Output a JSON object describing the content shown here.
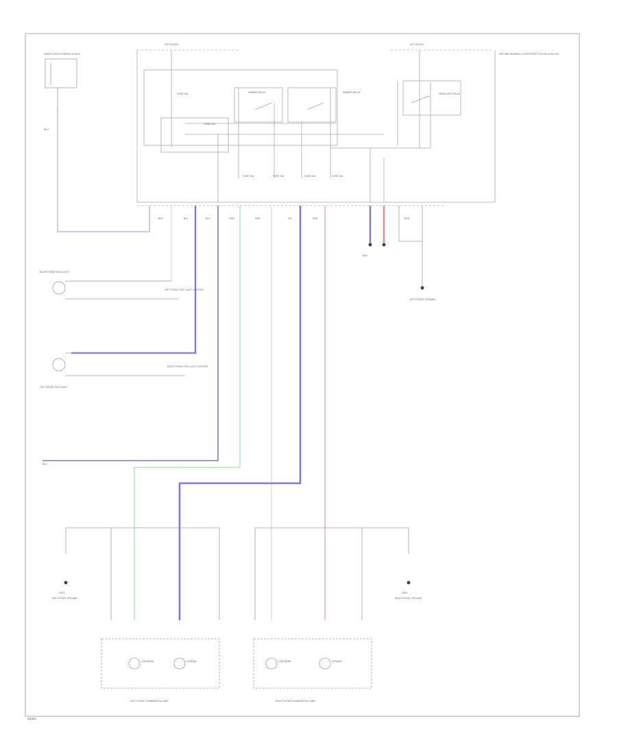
{
  "diagram": {
    "footer_code": "W0394",
    "colors": {
      "frame": "#aaaaaa",
      "wire_default": "#9a9a9a",
      "wire_blue": "#7777ee",
      "wire_blue_light": "#aaaaf0",
      "wire_green": "#88e088",
      "wire_red": "#ee8888",
      "wire_white": "#cccccc"
    },
    "labels": {
      "hot_run_left": "HOT IN RUN",
      "hot_run_right": "HOT IN RUN",
      "fuse_box": "UNDER-HOOD FUSE/RELAY BOX",
      "relay_block": "DAYTIME RUNNING LIGHT/FRONT FOG RELAY BLOCK",
      "dimmer_relay": "DIMMER RELAY",
      "dimmer_relay_2": "DIMMER RELAY",
      "headlight_relay": "HEADLIGHT RELAY",
      "fuse_1": "FUSE 10A",
      "fuse_2": "FUSE 10A",
      "fuse_3": "FUSE 10A",
      "fuse_4": "FUSE 10A",
      "fuse_5": "FUSE 10A",
      "fuse_6": "FUSE 10A",
      "right_fog": "RIGHT FRONT FOG LIGHT",
      "left_fog": "LEFT FRONT FOG LIGHT",
      "left_bulb_ctrl": "LEFT FRONT FOG LIGHT CONTROL",
      "right_bulb_ctrl": "RIGHT FRONT FOG LIGHT CONTROL",
      "left_headlight": "LEFT FRONT COMBINATION LAMP",
      "right_headlight": "RIGHT FRONT COMBINATION LAMP",
      "low_beam_l": "LOW BEAM",
      "hi_beam_l": "HI BEAM",
      "low_beam_r": "LOW BEAM",
      "hi_beam_r": "HI BEAM",
      "g401": "G401",
      "g501": "G501",
      "g601": "G601",
      "ground_l": "LEFT FRONT GROUND",
      "ground_r": "RIGHT FRONT GROUND",
      "ground_c": "LEFT FRONT GROUND",
      "wire_blu": "BLU",
      "wire_grn": "GRN",
      "wire_red": "RED",
      "wire_wht": "WHT",
      "wire_blk": "BLK",
      "wire_brn": "BRN",
      "wire_org": "ORG",
      "wire_yel": "YEL"
    }
  }
}
